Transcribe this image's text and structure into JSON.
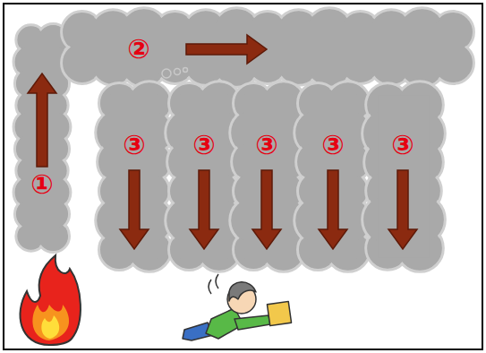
{
  "diagram": {
    "nodes": [
      {
        "text": [
          "①"
        ]
      },
      {
        "text": [
          "②"
        ]
      },
      {
        "text": [
          "③"
        ]
      },
      {
        "text": [
          "③"
        ]
      },
      {
        "text": [
          "③"
        ]
      },
      {
        "text": [
          "③"
        ]
      },
      {
        "text": [
          "③"
        ]
      }
    ]
  }
}
